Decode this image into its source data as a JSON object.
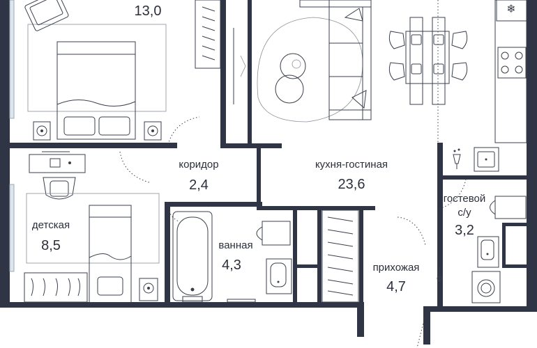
{
  "rooms": {
    "bedroom": {
      "name": "",
      "area": "13,0"
    },
    "corridor": {
      "name": "коридор",
      "area": "2,4"
    },
    "living": {
      "name": "кухня-гостиная",
      "area": "23,6"
    },
    "kids": {
      "name": "детская",
      "area": "8,5"
    },
    "bath": {
      "name": "ванная",
      "area": "4,3"
    },
    "guest_wc": {
      "name1": "гостевой",
      "name2": "с/у",
      "area": "3,2"
    },
    "hall": {
      "name": "прихожая",
      "area": "4,7"
    }
  },
  "colors": {
    "wall": "#2f3544",
    "line": "#3a3f4b",
    "window": "#dde6ec"
  },
  "icons": [
    "bed-icon",
    "sofa-icon",
    "dining-table-icon",
    "stove-icon",
    "fridge-icon",
    "bathtub-icon",
    "washing-machine-icon",
    "toilet-icon",
    "sink-icon",
    "wardrobe-icon",
    "desk-icon",
    "chair-icon",
    "lamp-icon"
  ]
}
